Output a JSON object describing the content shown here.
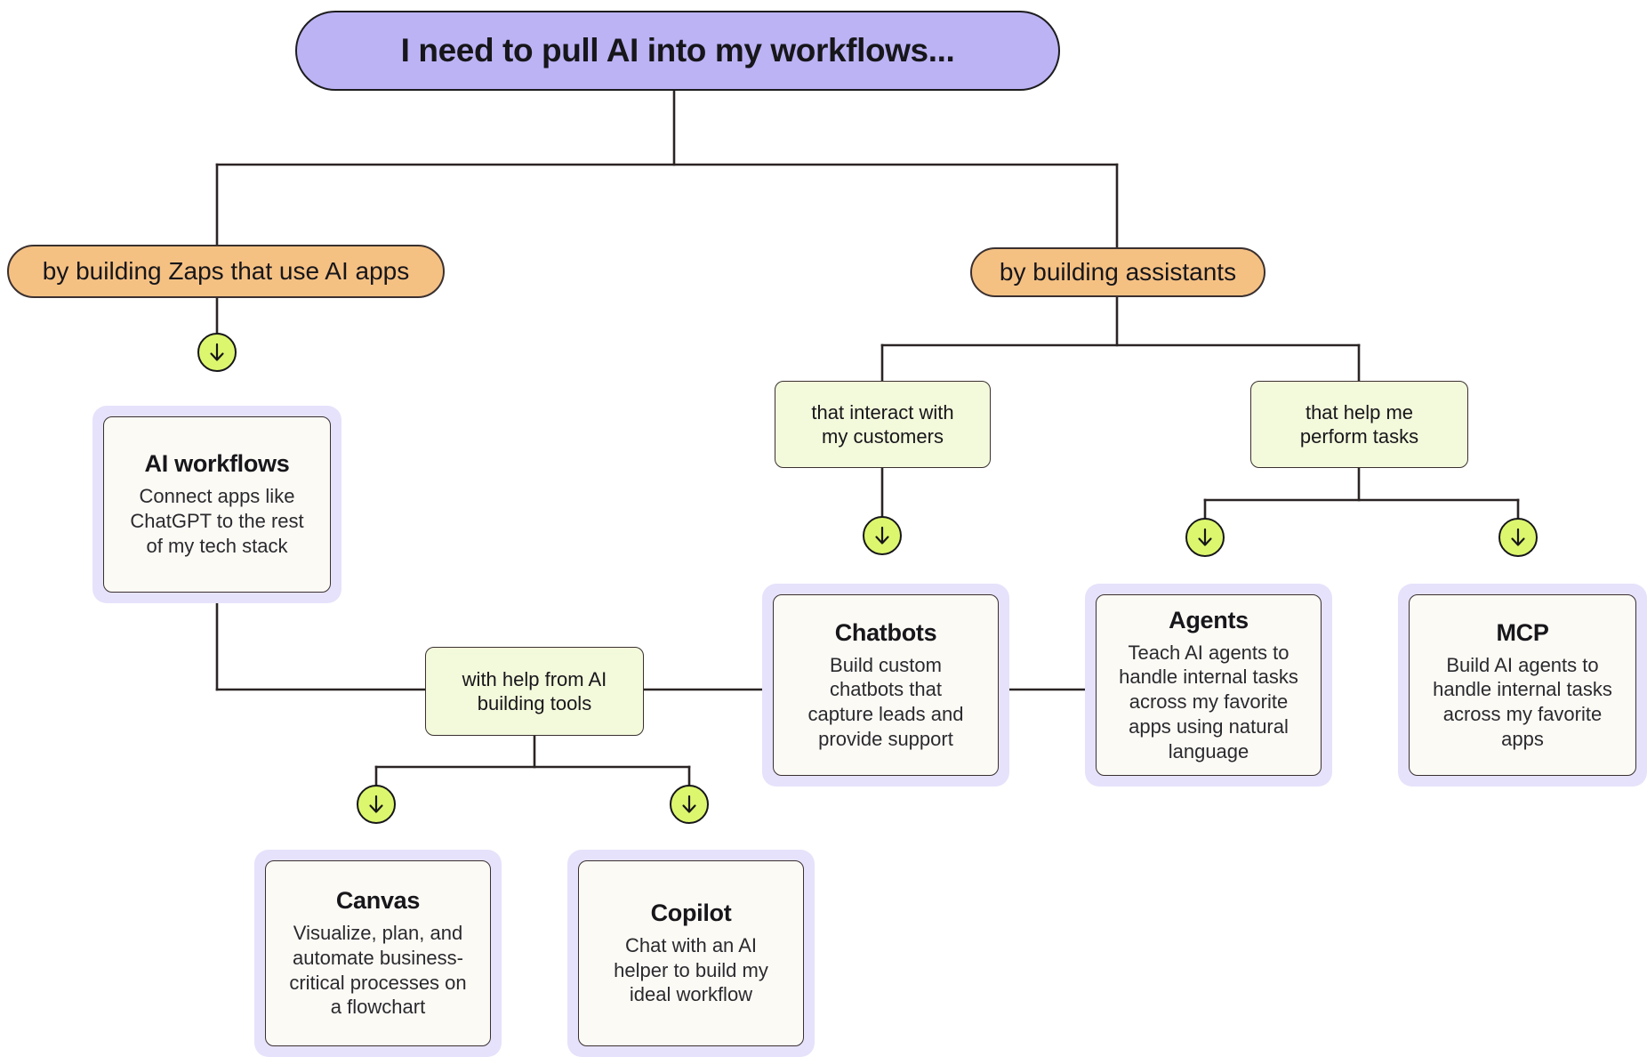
{
  "diagram": {
    "title": "I need to pull AI into my workflows...",
    "type": "flowchart",
    "colors": {
      "root_fill": "#bcb3f5",
      "branch_fill": "#f5c183",
      "condition_fill": "#f3f9db",
      "card_fill": "#fcfaf5",
      "card_halo": "#e6e2fb",
      "badge_fill": "#dcf76e",
      "stroke": "#17161a"
    },
    "root": {
      "label": "I need to pull AI into my workflows..."
    },
    "branches": [
      {
        "id": "zaps",
        "label": "by building Zaps that use AI apps"
      },
      {
        "id": "assistants",
        "label": "by building assistants"
      }
    ],
    "conditions": [
      {
        "id": "interact-customers",
        "label": "that interact with\nmy customers"
      },
      {
        "id": "perform-tasks",
        "label": "that help me\nperform tasks"
      },
      {
        "id": "building-tools",
        "label": "with help from AI\nbuilding tools"
      }
    ],
    "cards": [
      {
        "id": "ai-workflows",
        "title": "AI workflows",
        "body": "Connect apps like\nChatGPT to the rest\nof my tech stack"
      },
      {
        "id": "chatbots",
        "title": "Chatbots",
        "body": "Build custom\nchatbots that\ncapture leads and\nprovide support"
      },
      {
        "id": "agents",
        "title": "Agents",
        "body": "Teach AI agents to\nhandle internal tasks\nacross my favorite\napps using natural\nlanguage"
      },
      {
        "id": "mcp",
        "title": "MCP",
        "body": "Build AI agents to\nhandle internal tasks\nacross my favorite\napps"
      },
      {
        "id": "canvas",
        "title": "Canvas",
        "body": "Visualize, plan, and\nautomate business-\ncritical processes on\na flowchart"
      },
      {
        "id": "copilot",
        "title": "Copilot",
        "body": "Chat with an AI\nhelper to build my\nideal workflow"
      }
    ],
    "badges": [
      {
        "id": "badge-ai-workflows",
        "icon": "arrow-down-icon"
      },
      {
        "id": "badge-chatbots",
        "icon": "arrow-down-icon"
      },
      {
        "id": "badge-agents",
        "icon": "arrow-down-icon"
      },
      {
        "id": "badge-mcp",
        "icon": "arrow-down-icon"
      },
      {
        "id": "badge-canvas",
        "icon": "arrow-down-icon"
      },
      {
        "id": "badge-copilot",
        "icon": "arrow-down-icon"
      }
    ]
  }
}
